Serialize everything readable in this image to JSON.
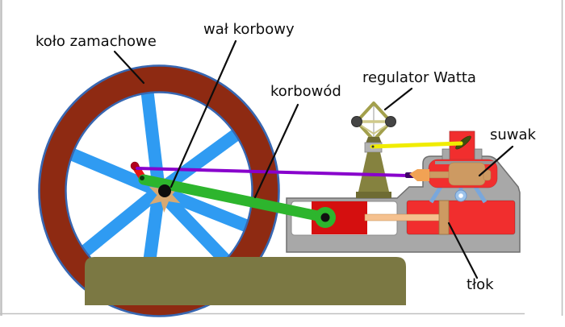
{
  "labels": [
    {
      "id": "flywheel",
      "text": "koło zamachowe"
    },
    {
      "id": "crankshaft",
      "text": "wał korbowy"
    },
    {
      "id": "connecting-rod",
      "text": "korbowód"
    },
    {
      "id": "watt-governor",
      "text": "regulator Watta"
    },
    {
      "id": "slide-valve",
      "text": "suwak"
    },
    {
      "id": "piston",
      "text": "tłok"
    }
  ],
  "colors": {
    "bg": "#ffffff",
    "label": "#0d0d0d",
    "rim": "#8e2a12",
    "wheel-outline": "#3767b2",
    "spoke": "#2f9bf2",
    "hub": "#d8a972",
    "shaft": "#0d0d0d",
    "crank": "#e81515",
    "crank-pin": "#b2001e",
    "green-rod": "#2db52d",
    "purple-rod": "#8800cc",
    "purple-tip": "#3d0066",
    "yellow-rod": "#f0ec00",
    "throttle": "#3f4f0e",
    "gov-link": "#a3a04c",
    "gov-light": "#cfc98a",
    "ball": "#454545",
    "pedestal": "#85823f",
    "pedestal-dark": "#6e6b33",
    "frame": "#a8a8a8",
    "steam": "#f12e2e",
    "crosshead": "#d50f0f",
    "piston-tan": "#cd9a62",
    "rod-tan": "#f5c18f",
    "connector": "#f1a254",
    "port": "#79a7dc",
    "exhaust": "#9cc3ea",
    "base": "#7b7843",
    "border-line": "#c0c0c0"
  }
}
